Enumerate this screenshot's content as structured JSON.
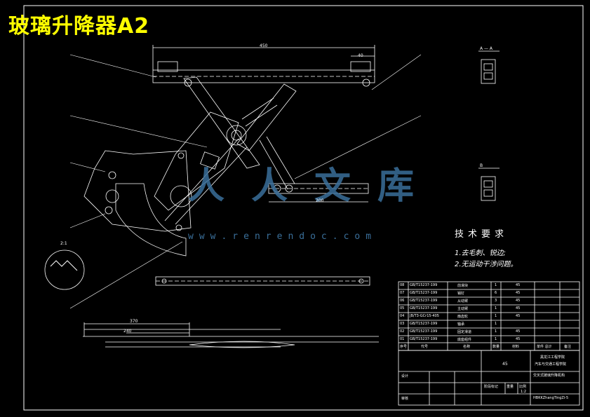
{
  "title": "玻璃升降器A2",
  "watermark": {
    "text": "人人文库",
    "url": "www.renrendoc.com",
    "color": "#3a6f9a"
  },
  "dimensions": {
    "top_length": "450",
    "top_right": "40",
    "lower_length": "200",
    "bottom_view_length": "370",
    "bottom_view_inner": "240"
  },
  "labels": {
    "scale_note": "2:1",
    "section_a": "A — A",
    "section_b": "B"
  },
  "technical": {
    "heading": "技术要求",
    "items": [
      "1.去毛刺、锐边;",
      "2.无运动干涉问题。"
    ]
  },
  "parts_table": {
    "rows": [
      {
        "no": "08",
        "code": "GB/T15237-199",
        "name": "前滑块",
        "qty": "1",
        "material": "45"
      },
      {
        "no": "07",
        "code": "GB/T15237-199",
        "name": "销钉",
        "qty": "6",
        "material": "45"
      },
      {
        "no": "06",
        "code": "GB/T15237-199",
        "name": "从动臂",
        "qty": "3",
        "material": "45"
      },
      {
        "no": "05",
        "code": "GB/T15237-199",
        "name": "主动臂",
        "qty": "1",
        "material": "45"
      },
      {
        "no": "04",
        "code": "JB/T3-GCr15-405",
        "name": "扇齿轮",
        "qty": "1",
        "material": "45"
      },
      {
        "no": "03",
        "code": "GB/T15237-199",
        "name": "轴承",
        "qty": "1",
        "material": ""
      },
      {
        "no": "02",
        "code": "GB/T15237-199",
        "name": "固定滑道",
        "qty": "1",
        "material": "45"
      },
      {
        "no": "01",
        "code": "GB/T15237-199",
        "name": "底座组件",
        "qty": "1",
        "material": "45"
      }
    ],
    "header": [
      "序号",
      "代号",
      "名称",
      "数量",
      "材料",
      "单件 总计",
      "备注"
    ]
  },
  "title_block": {
    "material": "45",
    "school": "黑龙江工程学院",
    "dept": "汽车与交通工程学院",
    "drawing_name": "交叉式玻璃升降机构",
    "drawing_no": "HBKKZhangTingZi-5",
    "scale": "1:2",
    "designer_label": "设计",
    "check_label": "审核",
    "stage_label": "阶段标记",
    "weight_label": "重量",
    "ratio_label": "比例"
  }
}
